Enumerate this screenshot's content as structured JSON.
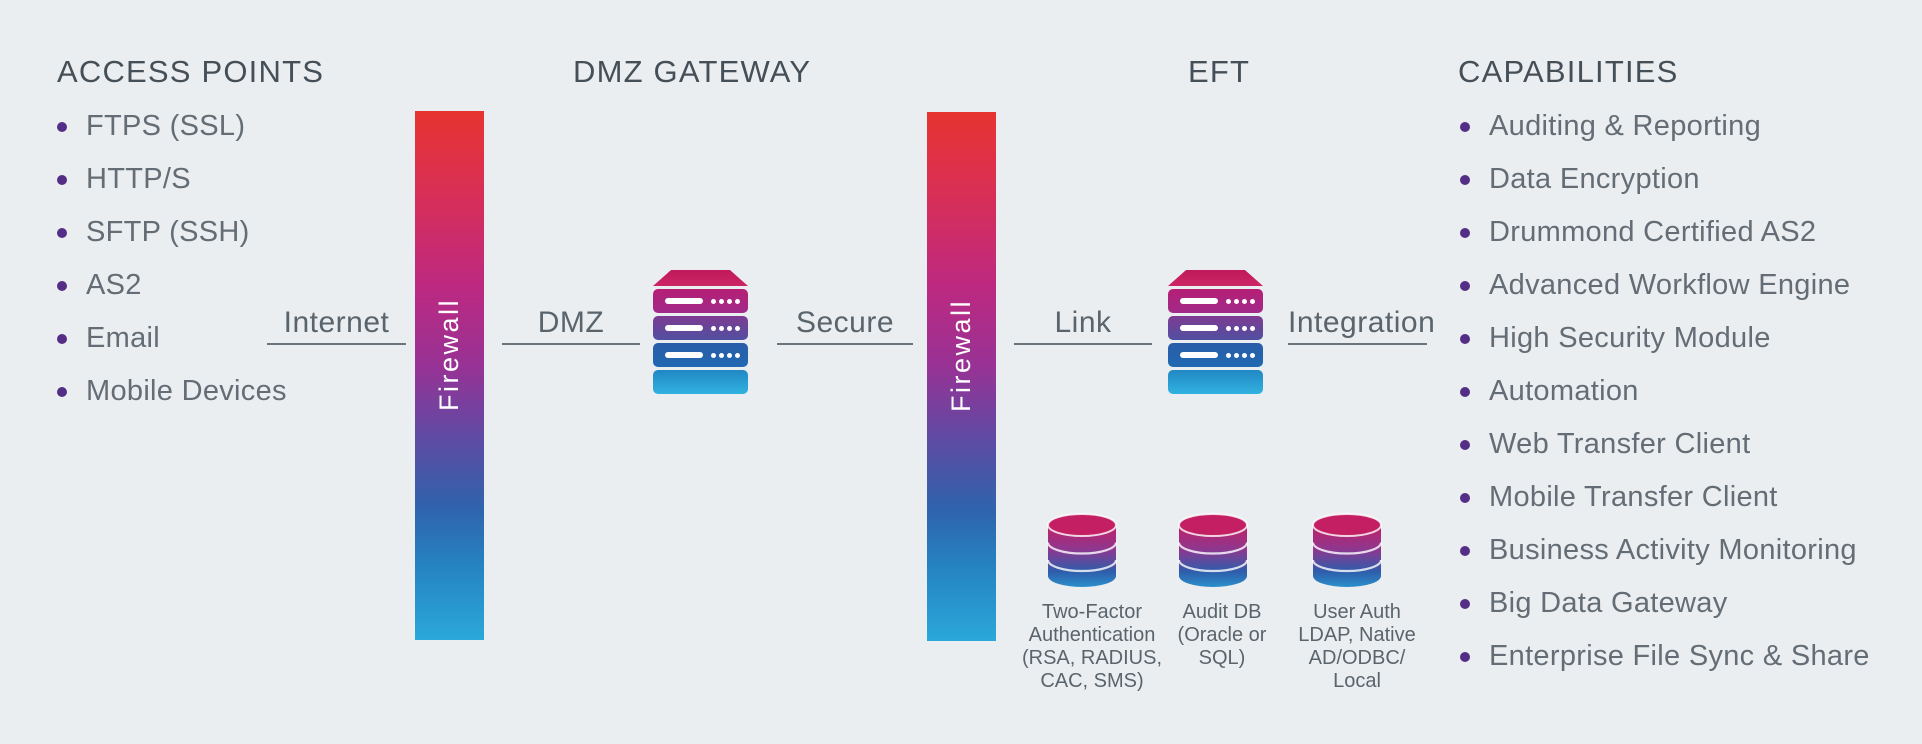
{
  "diagram_title": "EFT / DMZ Gateway architecture",
  "colors": {
    "background": "#ebeef0",
    "heading_text": "#454f57",
    "body_text": "#646d75",
    "label_text": "#5a646c",
    "bullet": "#542e86",
    "firewall_gradient_top": "#e73430",
    "firewall_gradient_middle": "#983295",
    "firewall_gradient_bottom": "#2ba8da"
  },
  "sections": {
    "access_points": {
      "title": "ACCESS POINTS",
      "items": [
        "FTPS (SSL)",
        "HTTP/S",
        "SFTP (SSH)",
        "AS2",
        "Email",
        "Mobile Devices"
      ]
    },
    "dmz_gateway": {
      "title": "DMZ GATEWAY"
    },
    "eft": {
      "title": "EFT"
    },
    "capabilities": {
      "title": "CAPABILITIES",
      "items": [
        "Auditing & Reporting",
        "Data Encryption",
        "Drummond Certified AS2",
        "Advanced Workflow Engine",
        "High Security Module",
        "Automation",
        "Web Transfer Client",
        "Mobile Transfer Client",
        "Business Activity Monitoring",
        "Big Data Gateway",
        "Enterprise File Sync & Share"
      ]
    }
  },
  "firewalls": {
    "left_label": "Firewall",
    "right_label": "Firewall"
  },
  "connections": [
    {
      "label": "Internet"
    },
    {
      "label": "DMZ"
    },
    {
      "label": "Secure"
    },
    {
      "label": "Link"
    },
    {
      "label": "Integration"
    }
  ],
  "databases": [
    {
      "lines": [
        "Two-Factor",
        "Authentication",
        "(RSA, RADIUS,",
        "CAC, SMS)"
      ]
    },
    {
      "lines": [
        "Audit DB",
        "(Oracle or",
        "SQL)"
      ]
    },
    {
      "lines": [
        "User Auth",
        "LDAP, Native",
        "AD/ODBC/",
        "Local"
      ]
    }
  ],
  "icons": {
    "server": "server-rack-icon",
    "database": "database-cylinder-icon",
    "firewall": "firewall-bar"
  }
}
